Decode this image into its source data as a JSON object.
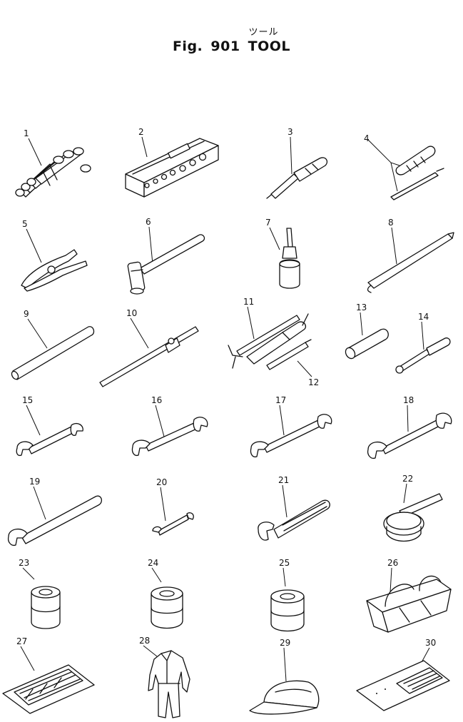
{
  "figure": {
    "title_jp": "ツール",
    "title": "Fig. 901 TOOL"
  },
  "part_numbers": [
    "1",
    "2",
    "3",
    "4",
    "5",
    "6",
    "7",
    "8",
    "9",
    "10",
    "11",
    "12",
    "13",
    "14",
    "15",
    "16",
    "17",
    "18",
    "19",
    "20",
    "21",
    "22",
    "23",
    "24",
    "25",
    "26",
    "27",
    "28",
    "29",
    "30"
  ]
}
